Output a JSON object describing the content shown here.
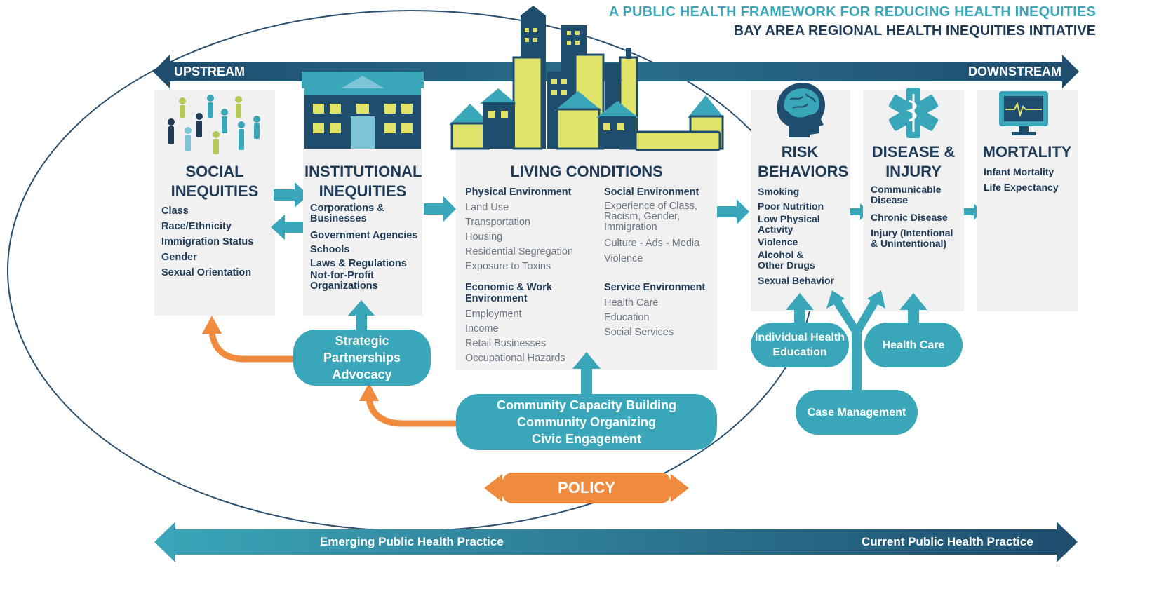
{
  "header": {
    "title": "A PUBLIC HEALTH FRAMEWORK FOR REDUCING HEALTH INEQUITIES",
    "subtitle": "BAY AREA REGIONAL HEALTH INEQUITIES INTIATIVE"
  },
  "top_arrow": {
    "left_label": "UPSTREAM",
    "right_label": "DOWNSTREAM"
  },
  "panels": {
    "social": {
      "title": "SOCIAL INEQUITIES",
      "items": [
        "Class",
        "Race/Ethnicity",
        "Immigration Status",
        "Gender",
        "Sexual Orientation"
      ]
    },
    "institutional": {
      "title": "INSTITUTIONAL INEQUITIES",
      "items": [
        "Corporations & Businesses",
        "Government Agencies",
        "Schools",
        "Laws & Regulations",
        "Not-for-Profit Organizations"
      ]
    },
    "living": {
      "title": "LIVING CONDITIONS",
      "physical": {
        "title": "Physical Environment",
        "items": [
          "Land Use",
          "Transportation",
          "Housing",
          "Residential Segregation",
          "Exposure to Toxins"
        ]
      },
      "social_env": {
        "title": "Social Environment",
        "items": [
          "Experience of Class, Racism, Gender, Immigration",
          "Culture - Ads - Media",
          "Violence"
        ]
      },
      "economic": {
        "title": "Economic & Work Environment",
        "items": [
          "Employment",
          "Income",
          "Retail Businesses",
          "Occupational Hazards"
        ]
      },
      "service": {
        "title": "Service Environment",
        "items": [
          "Health Care",
          "Education",
          "Social Services"
        ]
      }
    },
    "risk": {
      "title": "RISK BEHAVIORS",
      "items": [
        "Smoking",
        "Poor Nutrition",
        "Low Physical Activity",
        "Violence",
        "Alcohol & Other Drugs",
        "Sexual Behavior"
      ]
    },
    "disease": {
      "title": "DISEASE & INJURY",
      "items": [
        "Communicable Disease",
        "Chronic Disease",
        "Injury (Intentional & Unintentional)"
      ]
    },
    "mortality": {
      "title": "MORTALITY",
      "items": [
        "Infant Mortality",
        "Life Expectancy"
      ]
    }
  },
  "interventions": {
    "strategic": [
      "Strategic",
      "Partnerships",
      "Advocacy"
    ],
    "community": [
      "Community Capacity Building",
      "Community Organizing",
      "Civic Engagement"
    ],
    "individual": [
      "Individual Health",
      "Education"
    ],
    "health_care": "Health Care",
    "case_management": "Case Management",
    "policy": "POLICY"
  },
  "bottom_arrow": {
    "left_label": "Emerging Public Health Practice",
    "right_label": "Current Public Health Practice"
  },
  "colors": {
    "navy": "#1f3b57",
    "teal": "#3aa6b9",
    "orange": "#f08a3c",
    "panel": "#f1f1f2",
    "building_yellow": "#dfe36a"
  }
}
